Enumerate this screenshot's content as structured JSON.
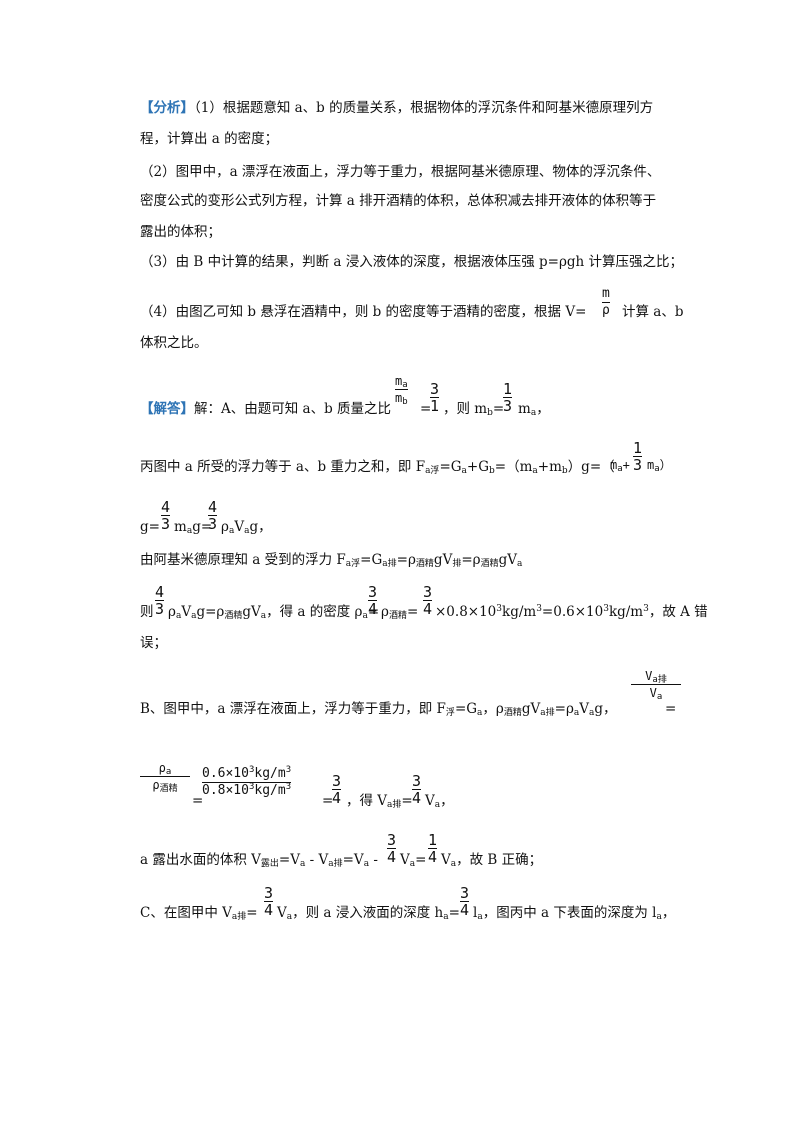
{
  "analysis": {
    "tag": "【分析】",
    "p1a": "（1）根据题意知 a、b 的质量关系，根据物体的浮沉条件和阿基米德原理列方",
    "p1b": "程，计算出 a 的密度；",
    "p2a": "（2）图甲中，a 漂浮在液面上，浮力等于重力，根据阿基米德原理、物体的浮沉条件、",
    "p2b": "密度公式的变形公式列方程，计算 a 排开酒精的体积，总体积减去排开液体的体积等于",
    "p2c": "露出的体积；",
    "p3": "（3）由 B 中计算的结果，判断 a 浸入液体的深度，根据液体压强 p=ρgh 计算压强之比；",
    "p4a": "（4）由图乙可知 b 悬浮在酒精中，则 b 的密度等于酒精的密度，根据 V=",
    "p4a_tail": "计算 a、b",
    "p4b": "体积之比。",
    "frac_m": "m",
    "frac_rho": "ρ"
  },
  "solution": {
    "tag": "【解答】",
    "s1_head": "解：A、由题可知 a、b 质量之比",
    "s1_tail": "，则 m",
    "s1_tail2": "=",
    "s1_tail3": "m",
    "s1_tail4": "，",
    "s2": "丙图中 a 所受的浮力等于 a、b 重力之和，即 F",
    "s2b": "=G",
    "s2c": "+G",
    "s2d": "=（m",
    "s2e": "+m",
    "s2f": "）g=（",
    "s2g": "）",
    "s3a": "g=",
    "s3b": "m",
    "s3c": "g=",
    "s3d": "ρ",
    "s3e": "V",
    "s3f": "g，",
    "s4": "由阿基米德原理知 a 受到的浮力 F",
    "s4b": "=G",
    "s4c": "=ρ",
    "s4d": "gV",
    "s4e": "=ρ",
    "s4f": "gV",
    "s5a": "则",
    "s5b": "ρ",
    "s5c": "V",
    "s5d": "g=ρ",
    "s5e": "gV",
    "s5f": "，得 a 的密度 ρ",
    "s5g": "=",
    "s5h": "ρ",
    "s5i": "=",
    "s5j": "×0.8×10",
    "s5k": "kg/m",
    "s5l": "=0.6×10",
    "s5m": "kg/m",
    "s5n": "，故 A 错",
    "s6": "误；",
    "b1": "B、图甲中，a 漂浮在液面上，浮力等于重力，即 F",
    "b1b": "=G",
    "b1c": "，ρ",
    "b1d": "gV",
    "b1e": "=ρ",
    "b1f": "V",
    "b1g": "g，",
    "b1h": "=",
    "b2a": "=",
    "b2b": "，得 V",
    "b2c": "=",
    "b2d": "V",
    "b2e": "，",
    "b3": "a 露出水面的体积 V",
    "b3b": "=V",
    "b3c": " - V",
    "b3d": "=V",
    "b3e": " - ",
    "b3f": "V",
    "b3g": "=",
    "b3h": "V",
    "b3i": "，故 B 正确；",
    "c1": "C、在图甲中 V",
    "c1b": "=",
    "c1c": "V",
    "c1d": "，则 a 浸入液面的深度 h",
    "c1e": "=",
    "c1f": "l",
    "c1g": "，图丙中 a 下表面的深度为 l",
    "c1h": "，"
  },
  "sub": {
    "a": "a",
    "b": "b",
    "fu": "浮",
    "afu": "a浮",
    "pai": "排",
    "apai": "a排",
    "jiujing": "酒精",
    "lu": "露出",
    "three": "3"
  },
  "fractions": {
    "ma_mb_num": "m",
    "ma_mb_num_sub": "a",
    "ma_mb_den": "m",
    "ma_mb_den_sub": "b",
    "f3_1_num": "3",
    "f3_1_den": "1",
    "f1_3_num": "1",
    "f1_3_den": "3",
    "f4_3_num": "4",
    "f4_3_den": "3",
    "f3_4_num": "3",
    "f3_4_den": "4",
    "f1_4_num": "1",
    "f1_4_den": "4",
    "ma_plus": "m",
    "plus": "+",
    "va_num": "V",
    "va_num_sub": "a排",
    "va_den": "V",
    "va_den_sub": "a",
    "rho_a_num": "ρ",
    "rho_a_num_sub": "a",
    "rho_jj_den": "ρ",
    "rho_jj_den_sub": "酒精",
    "big_num": "0.6×10",
    "big_num_sup": "3",
    "big_num_unit": "kg/m",
    "big_num_unit_sup": "3",
    "big_den": "0.8×10",
    "big_den_sup": "3",
    "big_den_unit": "kg/m",
    "big_den_unit_sup": "3"
  }
}
